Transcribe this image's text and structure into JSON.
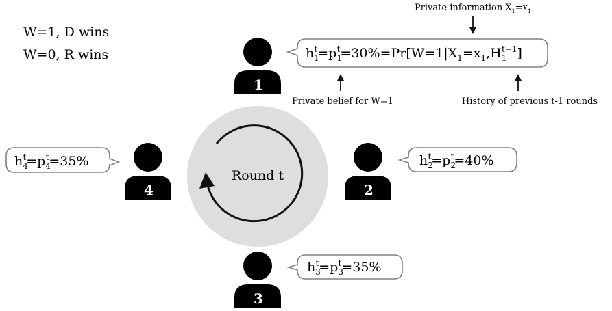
{
  "legend": {
    "line1": "W=1, D wins",
    "line2": "W=0, R wins"
  },
  "center": {
    "label": "Round t"
  },
  "players": [
    {
      "number": "1",
      "bubble": [
        {
          "t": "h"
        },
        {
          "t": "1",
          "sub": true
        },
        {
          "t": "t",
          "sup": true,
          "shift": true
        },
        {
          "t": "=p"
        },
        {
          "t": "1",
          "sub": true
        },
        {
          "t": "t",
          "sup": true,
          "shift": true
        },
        {
          "t": "=30%=Pr[W=1|X"
        },
        {
          "t": "1",
          "sub": true
        },
        {
          "t": "=x"
        },
        {
          "t": "1",
          "sub": true
        },
        {
          "t": ",H"
        },
        {
          "t": "1",
          "sub": true
        },
        {
          "t": "t−1",
          "sup": true,
          "shift": true
        },
        {
          "t": "]"
        }
      ]
    },
    {
      "number": "2",
      "bubble": [
        {
          "t": "h"
        },
        {
          "t": "2",
          "sub": true
        },
        {
          "t": "t",
          "sup": true,
          "shift": true
        },
        {
          "t": "=p"
        },
        {
          "t": "2",
          "sub": true
        },
        {
          "t": "t",
          "sup": true,
          "shift": true
        },
        {
          "t": "=40%"
        }
      ]
    },
    {
      "number": "3",
      "bubble": [
        {
          "t": "h"
        },
        {
          "t": "3",
          "sub": true
        },
        {
          "t": "t",
          "sup": true,
          "shift": true
        },
        {
          "t": "=p"
        },
        {
          "t": "3",
          "sub": true
        },
        {
          "t": "t",
          "sup": true,
          "shift": true
        },
        {
          "t": "=35%"
        }
      ]
    },
    {
      "number": "4",
      "bubble": [
        {
          "t": "h"
        },
        {
          "t": "4",
          "sub": true
        },
        {
          "t": "t",
          "sup": true,
          "shift": true
        },
        {
          "t": "=p"
        },
        {
          "t": "4",
          "sub": true
        },
        {
          "t": "t",
          "sup": true,
          "shift": true
        },
        {
          "t": "=35%"
        }
      ]
    }
  ],
  "annotations": {
    "private_information": [
      {
        "t": "Private information X"
      },
      {
        "t": "1",
        "sub": true
      },
      {
        "t": "=x"
      },
      {
        "t": "1",
        "sub": true
      }
    ],
    "private_belief": "Private belief for W=1",
    "history": "History of previous t-1 rounds"
  },
  "colors": {
    "circle_fill": "#dedede",
    "person": "#000000",
    "bubble_border": "#808080",
    "number_text": "#ffffff"
  },
  "icons": [
    "person-icon",
    "circular-arrow-icon"
  ]
}
